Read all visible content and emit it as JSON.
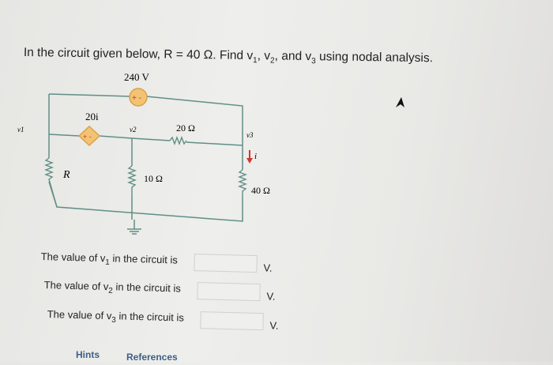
{
  "question": {
    "prefix": "In the circuit given below, R = 40 Ω. Find ",
    "v1": "v",
    "s1": "1",
    "m1": ", ",
    "v2": "v",
    "s2": "2",
    "m2": ", and ",
    "v3": "v",
    "s3": "3",
    "suffix": " using nodal analysis."
  },
  "circuit": {
    "source_label": "240 V",
    "dep_label": "20i",
    "v1": "v1",
    "v2": "v2",
    "v3": "v3",
    "r_label": "R",
    "r20": "20 Ω",
    "r10": "10 Ω",
    "r40": "40 Ω",
    "current": "i",
    "plus_minus": "+ -",
    "colors": {
      "wire": "#5f8f86",
      "source": "#f3c374",
      "arrow": "#d0362c"
    }
  },
  "answers": [
    {
      "label_pre": "The value of v",
      "sub": "1",
      "label_post": " in the circuit is",
      "value": "",
      "unit": "V."
    },
    {
      "label_pre": "The value of v",
      "sub": "2",
      "label_post": " in the circuit is",
      "value": "",
      "unit": "V."
    },
    {
      "label_pre": "The value of v",
      "sub": "3",
      "label_post": " in the circuit is",
      "value": "",
      "unit": "V."
    }
  ],
  "tabs": {
    "hints": "Hints",
    "references": "References"
  }
}
